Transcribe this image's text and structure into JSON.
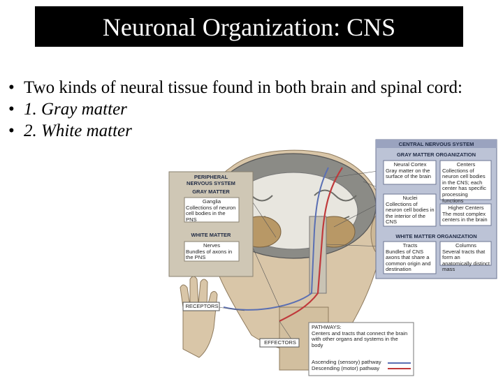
{
  "slide": {
    "title": "Neuronal Organization: CNS",
    "bullets": [
      {
        "marker": "•",
        "text": "Two kinds of neural tissue found in both brain and spinal cord:",
        "italic": false
      },
      {
        "marker": "•",
        "text": "1. Gray matter",
        "italic": true
      },
      {
        "marker": "•",
        "text": "2. White matter",
        "italic": true
      }
    ]
  },
  "figure": {
    "cns_header": "CENTRAL NERVOUS SYSTEM",
    "gray_org_header": "GRAY MATTER ORGANIZATION",
    "neural_cortex": {
      "title": "Neural Cortex",
      "text": "Gray matter on the surface of the brain"
    },
    "centers": {
      "title": "Centers",
      "text": "Collections of neuron cell bodies in the CNS; each center has specific processing functions"
    },
    "nuclei": {
      "title": "Nuclei",
      "text": "Collections of neuron cell bodies in the interior of the CNS"
    },
    "higher_centers": {
      "title": "Higher Centers",
      "text": "The most complex centers in the brain"
    },
    "white_org_header": "WHITE MATTER ORGANIZATION",
    "tracts": {
      "title": "Tracts",
      "text": "Bundles of CNS axons that share a common origin and destination"
    },
    "columns": {
      "title": "Columns",
      "text": "Several tracts that form an anatomically distinct mass"
    },
    "pns_header": "PERIPHERAL NERVOUS SYSTEM",
    "pns_gray": "GRAY MATTER",
    "ganglia": {
      "title": "Ganglia",
      "text": "Collections of neuron cell bodies in the PNS"
    },
    "pns_white": "WHITE MATTER",
    "nerves": {
      "title": "Nerves",
      "text": "Bundles of axons in the PNS"
    },
    "receptors": "RECEPTORS",
    "effectors": "EFFECTORS",
    "pathways": {
      "title": "PATHWAYS:",
      "text": "Centers and tracts that connect the brain with other organs and systems in the body"
    },
    "legend": {
      "ascending": "Ascending (sensory) pathway",
      "descending": "Descending (motor) pathway"
    },
    "colors": {
      "ascending": "#5a6fb3",
      "descending": "#c0393b",
      "panel": "#bcc3d6",
      "pns_panel": "#cfc7b5"
    }
  }
}
